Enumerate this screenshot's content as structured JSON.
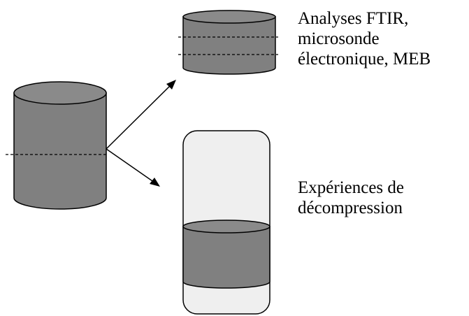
{
  "labels": {
    "top": [
      "Analyses FTIR,",
      "microsonde",
      "électronique, MEB"
    ],
    "bottom": [
      "Expériences de",
      "décompression"
    ]
  },
  "colors": {
    "cylinder_body": "#808080",
    "cylinder_cap": "#8a8a8a",
    "capsule_fill": "#efefef",
    "stroke": "#000000",
    "background": "#ffffff"
  }
}
